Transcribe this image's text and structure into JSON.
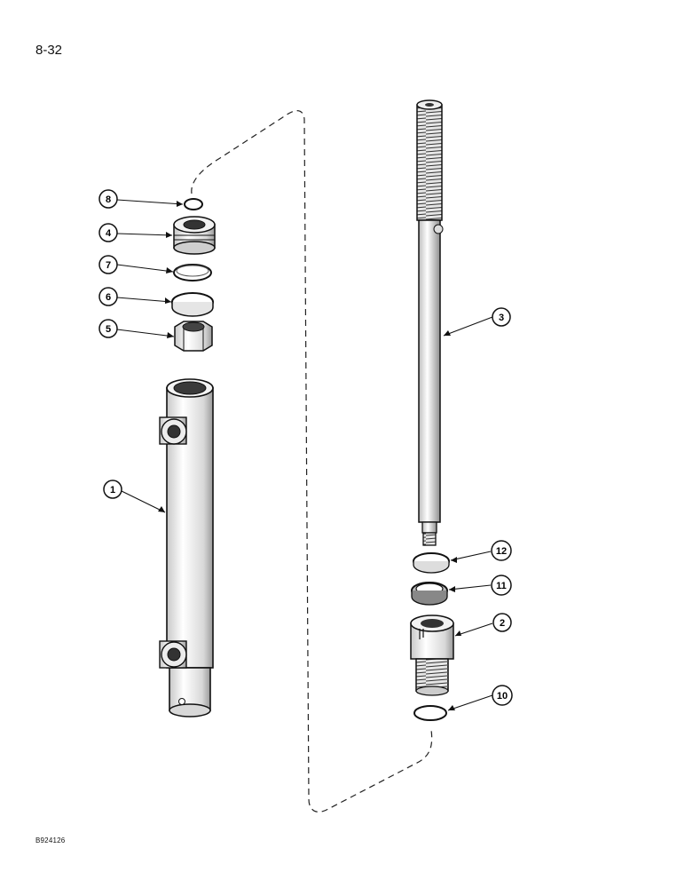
{
  "page": {
    "number": "8-32",
    "figure_code": "B924126"
  },
  "callouts": [
    {
      "id": "callout-8",
      "label": "8"
    },
    {
      "id": "callout-4",
      "label": "4"
    },
    {
      "id": "callout-7",
      "label": "7"
    },
    {
      "id": "callout-6",
      "label": "6"
    },
    {
      "id": "callout-5",
      "label": "5"
    },
    {
      "id": "callout-1",
      "label": "1"
    },
    {
      "id": "callout-3",
      "label": "3"
    },
    {
      "id": "callout-12",
      "label": "12"
    },
    {
      "id": "callout-11",
      "label": "11"
    },
    {
      "id": "callout-2",
      "label": "2"
    },
    {
      "id": "callout-10",
      "label": "10"
    }
  ]
}
